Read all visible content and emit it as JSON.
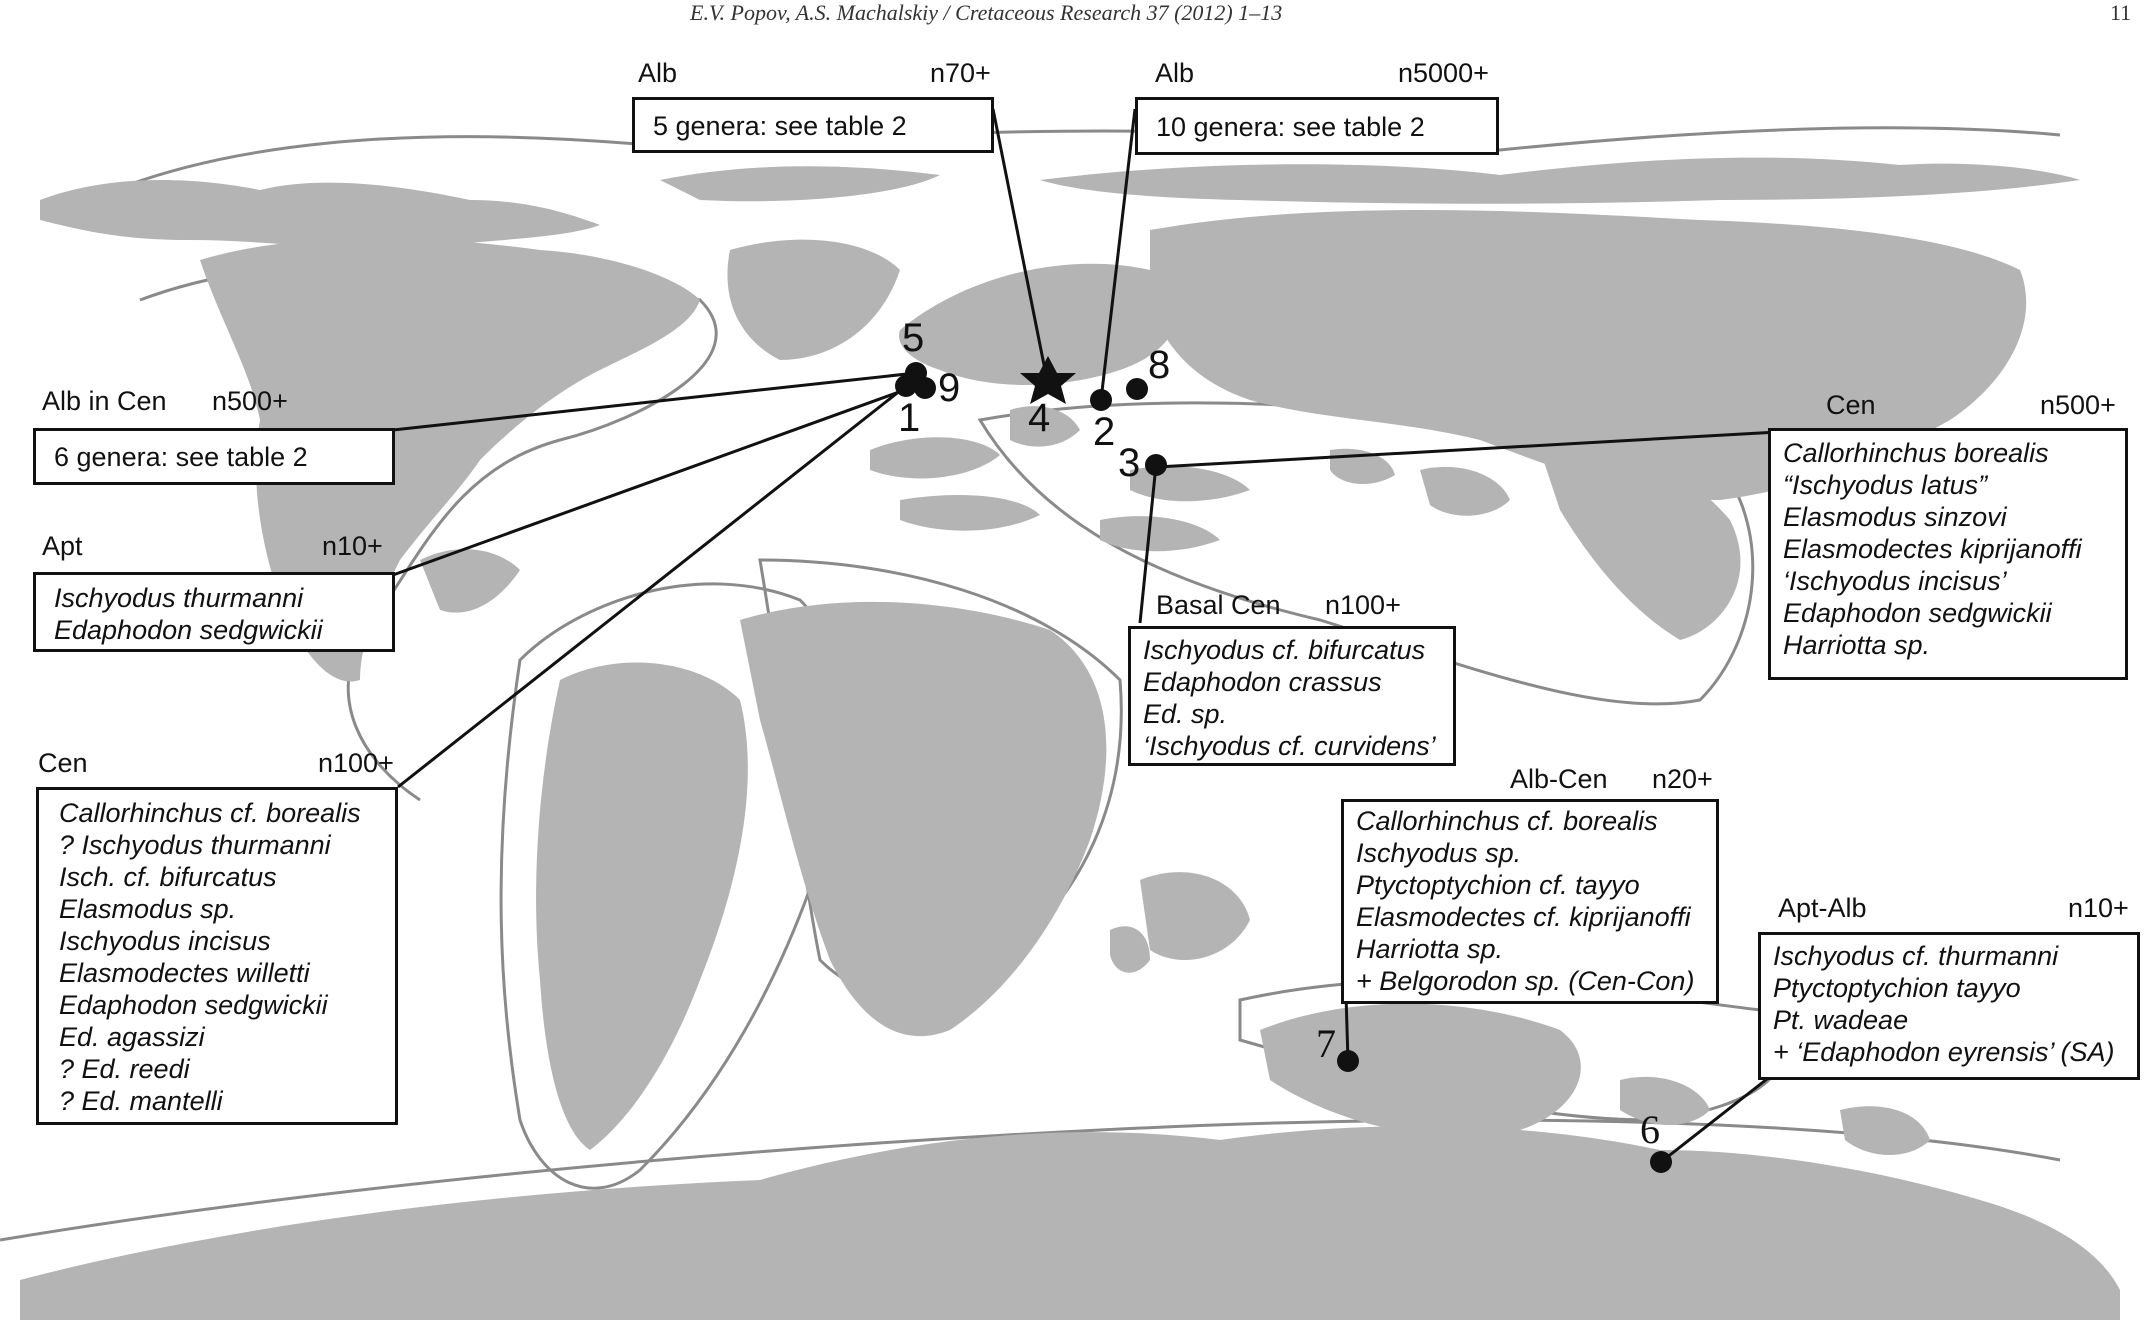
{
  "header": {
    "running_title": "E.V. Popov, A.S. Machalskiy / Cretaceous Research 37 (2012) 1–13",
    "page_number": "11"
  },
  "sites": {
    "s1": "1",
    "s2": "2",
    "s3": "3",
    "s4": "4",
    "s5": "5",
    "s6": "6",
    "s7": "7",
    "s8": "8",
    "s9": "9"
  },
  "boxes": {
    "alb_left": {
      "age": "Alb",
      "count": "n70+",
      "lines": [
        "5 genera:  see table 2"
      ]
    },
    "alb_right": {
      "age": "Alb",
      "count": "n5000+",
      "lines": [
        "10 genera:  see table 2"
      ]
    },
    "alb_in_cen": {
      "age": "Alb in Cen",
      "count": "n500+",
      "lines": [
        "6 genera:  see table 2"
      ]
    },
    "apt": {
      "age": "Apt",
      "count": "n10+",
      "lines": [
        "Ischyodus thurmanni",
        "Edaphodon sedgwickii"
      ]
    },
    "cen_left": {
      "age": "Cen",
      "count": "n100+",
      "lines": [
        "Callorhinchus cf. borealis",
        "? Ischyodus thurmanni",
        "Isch. cf. bifurcatus",
        "Elasmodus sp.",
        "Ischyodus incisus",
        "Elasmodectes willetti",
        "Edaphodon sedgwickii",
        "Ed. agassizi",
        "? Ed. reedi",
        "? Ed. mantelli"
      ]
    },
    "basal_cen": {
      "age": "Basal Cen",
      "count": "n100+",
      "lines": [
        "Ischyodus cf. bifurcatus",
        "Edaphodon crassus",
        "Ed. sp.",
        "‘Ischyodus cf. curvidens’"
      ]
    },
    "cen_right": {
      "age": "Cen",
      "count": "n500+",
      "lines": [
        "Callorhinchus borealis",
        "“Ischyodus latus”",
        "Elasmodus sinzovi",
        "Elasmodectes kiprijanoffi",
        "‘Ischyodus incisus’",
        "Edaphodon sedgwickii",
        "Harriotta sp."
      ]
    },
    "alb_cen": {
      "age": "Alb-Cen",
      "count": "n20+",
      "lines": [
        "Callorhinchus cf. borealis",
        "Ischyodus sp.",
        "Ptyctoptychion cf. tayyo",
        "Elasmodectes cf. kiprijanoffi",
        "Harriotta sp.",
        "+ Belgorodon sp. (Cen-Con)"
      ]
    },
    "apt_alb": {
      "age": "Apt-Alb",
      "count": "n10+",
      "lines": [
        "Ischyodus cf. thurmanni",
        "Ptyctoptychion tayyo",
        "Pt. wadeae",
        "+ ‘Edaphodon eyrensis’ (SA)"
      ]
    }
  },
  "colors": {
    "land": "#b4b4b4",
    "shelf_outline": "#8a8a8a",
    "ink": "#111111"
  }
}
